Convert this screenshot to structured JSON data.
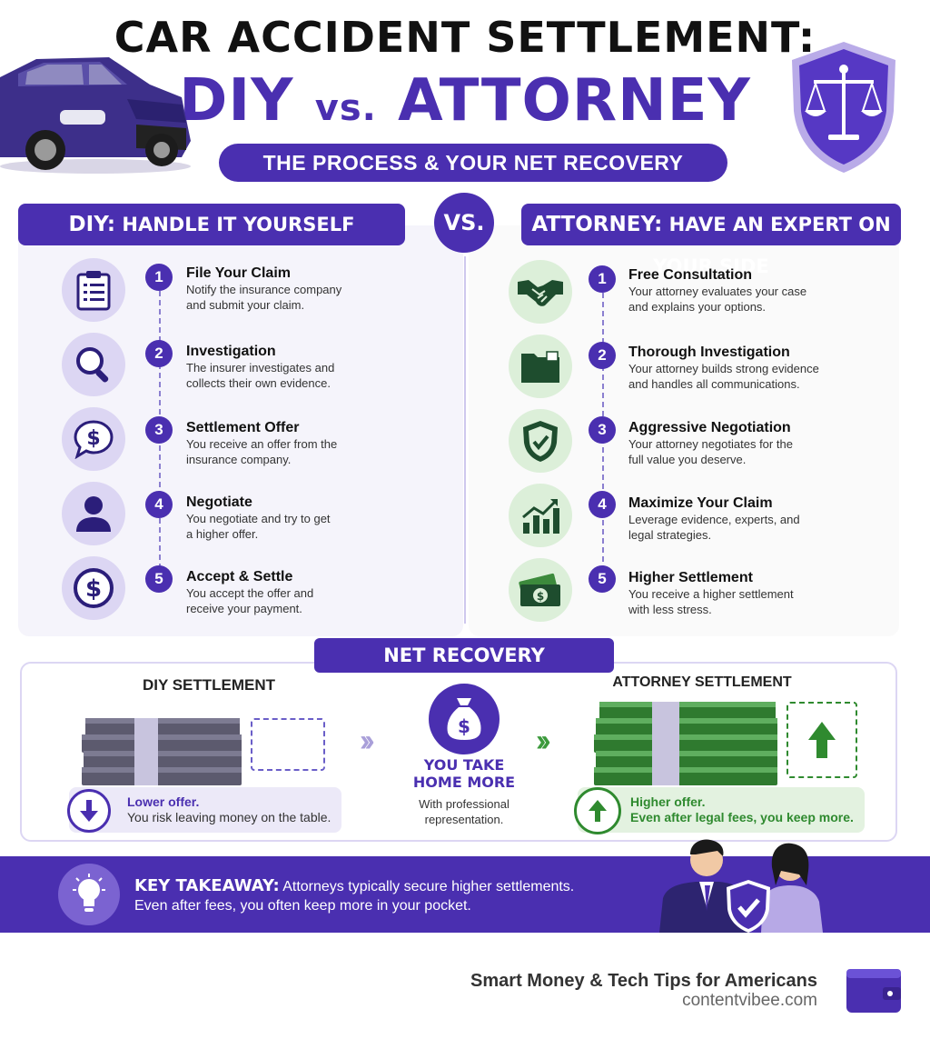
{
  "header": {
    "title_line1": "CAR ACCIDENT SETTLEMENT:",
    "title_diy": "DIY",
    "title_vs": "vs.",
    "title_attorney": "ATTORNEY",
    "subtitle": "THE PROCESS & YOUR NET RECOVERY"
  },
  "columns": {
    "diy_header_strong": "DIY:",
    "diy_header_rest": "HANDLE IT YOURSELF",
    "vs": "VS.",
    "attorney_header_strong": "ATTORNEY:",
    "attorney_header_rest": "HAVE AN EXPERT ON YOUR SIDE"
  },
  "diy_steps": [
    {
      "num": "1",
      "title": "File Your Claim",
      "desc": "Notify the insurance company and submit your claim.",
      "icon": "clipboard-icon"
    },
    {
      "num": "2",
      "title": "Investigation",
      "desc": "The insurer investigates and collects their own evidence.",
      "icon": "magnifier-icon"
    },
    {
      "num": "3",
      "title": "Settlement Offer",
      "desc": "You receive an offer from the insurance company.",
      "icon": "dollar-speech-icon"
    },
    {
      "num": "4",
      "title": "Negotiate",
      "desc": "You negotiate and try to get a higher offer.",
      "icon": "person-icon"
    },
    {
      "num": "5",
      "title": "Accept & Settle",
      "desc": "You accept the offer and receive your payment.",
      "icon": "dollar-coin-icon"
    }
  ],
  "attorney_steps": [
    {
      "num": "1",
      "title": "Free Consultation",
      "desc": "Your attorney evaluates your case and explains your options.",
      "icon": "handshake-icon"
    },
    {
      "num": "2",
      "title": "Thorough Investigation",
      "desc": "Your attorney builds strong evidence and handles all communications.",
      "icon": "folder-icon"
    },
    {
      "num": "3",
      "title": "Aggressive Negotiation",
      "desc": "Your attorney negotiates for the full value you deserve.",
      "icon": "shield-check-icon"
    },
    {
      "num": "4",
      "title": "Maximize Your Claim",
      "desc": "Leverage evidence, experts, and legal strategies.",
      "icon": "growth-chart-icon"
    },
    {
      "num": "5",
      "title": "Higher Settlement",
      "desc": "You receive a higher settlement with less stress.",
      "icon": "cash-stack-icon"
    }
  ],
  "net_recovery": {
    "title": "NET RECOVERY COMPARISON",
    "diy_label": "DIY SETTLEMENT",
    "attorney_label": "ATTORNEY SETTLEMENT",
    "take_home_line1": "YOU TAKE",
    "take_home_line2": "HOME MORE",
    "professional_line1": "With professional",
    "professional_line2": "representation.",
    "lower_title": "Lower offer.",
    "lower_desc": "You risk leaving money on the table.",
    "higher_title": "Higher offer.",
    "higher_desc": "Even after legal fees, you keep more."
  },
  "takeaway": {
    "label": "KEY TAKEAWAY:",
    "line1": "Attorneys typically secure higher settlements.",
    "line2": "Even after fees, you often keep more in your pocket."
  },
  "footer": {
    "tagline": "Smart Money & Tech Tips for Americans",
    "url": "contentvibee.com"
  },
  "colors": {
    "brand_purple": "#4a2fb0",
    "light_purple": "#dcd6f3",
    "green": "#2f8a2f",
    "light_green": "#dcefd9"
  }
}
